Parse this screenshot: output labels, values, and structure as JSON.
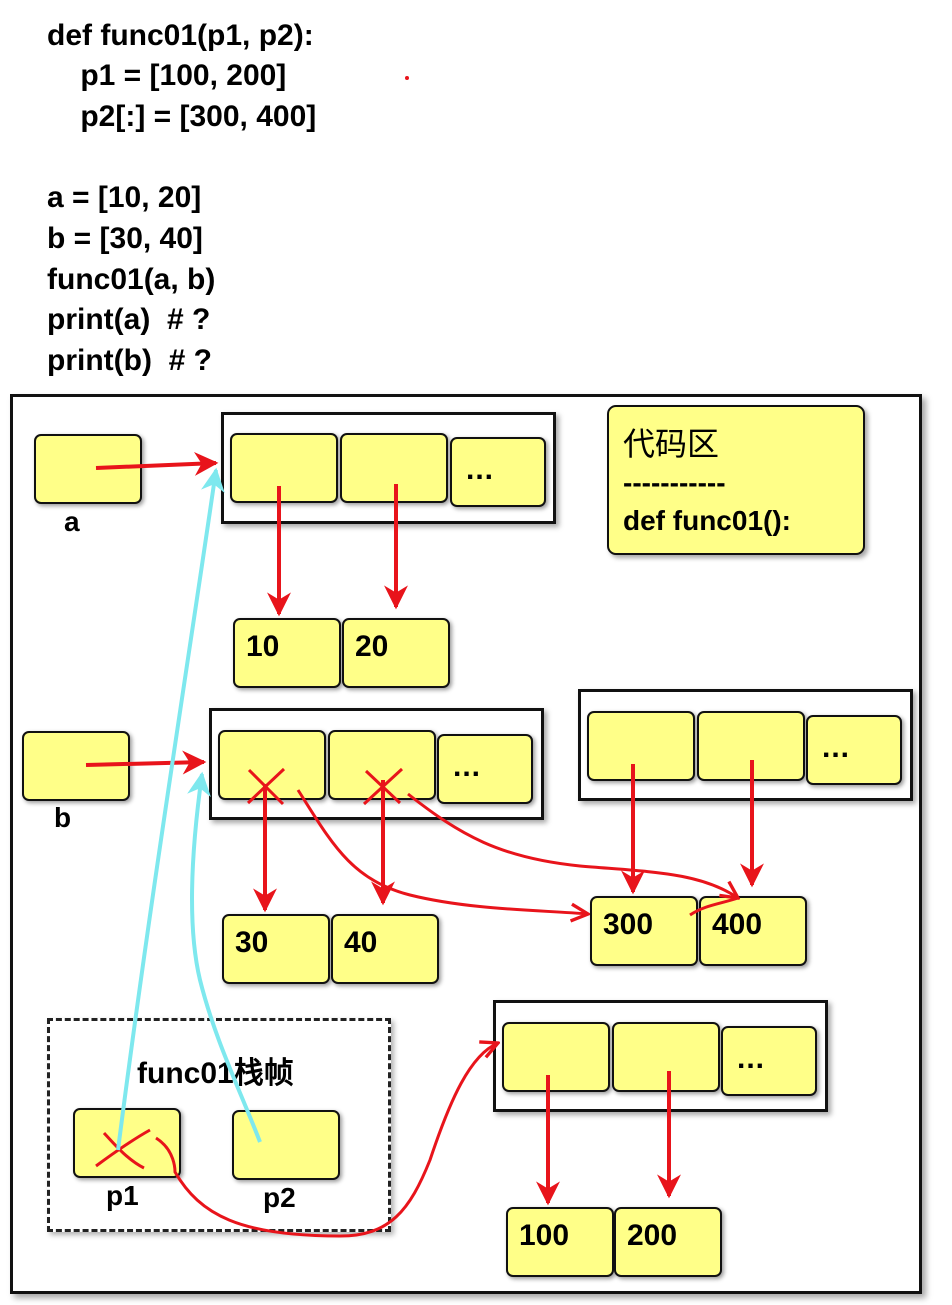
{
  "code": {
    "lines": [
      "def func01(p1, p2):",
      "    p1 = [100, 200]",
      "    p2[:] = [300, 400]",
      "",
      "a = [10, 20]",
      "b = [30, 40]",
      "func01(a, b)",
      "print(a)  # ?",
      "print(b)  # ?"
    ]
  },
  "diagram": {
    "var_a_label": "a",
    "var_b_label": "b",
    "ellipsis": "...",
    "values": {
      "v10": "10",
      "v20": "20",
      "v30": "30",
      "v40": "40",
      "v300": "300",
      "v400": "400",
      "v100": "100",
      "v200": "200"
    },
    "code_area": {
      "title": "代码区",
      "separator": "-----------",
      "content": "def func01():"
    },
    "stack_frame": {
      "title": "func01栈帧",
      "p1_label": "p1",
      "p2_label": "p2"
    }
  },
  "colors": {
    "box_fill": "#ffff88",
    "arrow_red": "#e8141b",
    "arrow_cyan": "#7ee8ee"
  }
}
